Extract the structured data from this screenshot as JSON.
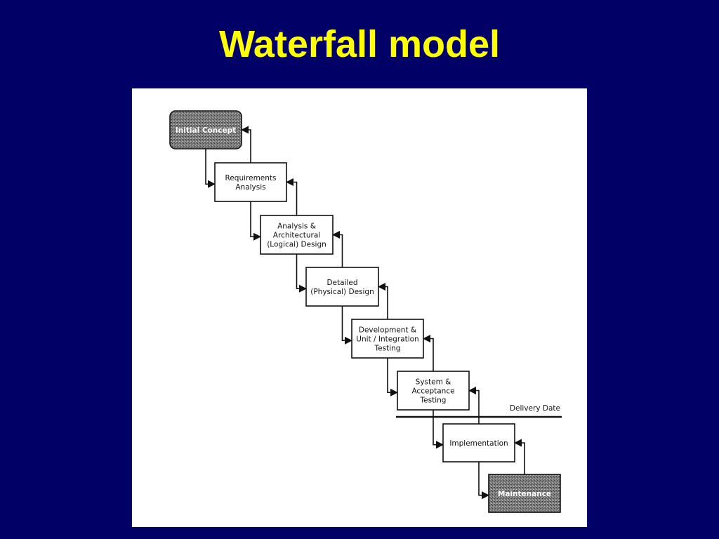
{
  "slide": {
    "title": "Waterfall model",
    "background_color": "#000066",
    "title_color": "#ffff00"
  },
  "diagram": {
    "phases": [
      {
        "id": "initial-concept",
        "lines": [
          "Initial Concept"
        ],
        "shaded": true
      },
      {
        "id": "requirements-analysis",
        "lines": [
          "Requirements",
          "Analysis"
        ],
        "shaded": false
      },
      {
        "id": "architectural-design",
        "lines": [
          "Analysis &",
          "Architectural",
          "(Logical) Design"
        ],
        "shaded": false
      },
      {
        "id": "detailed-design",
        "lines": [
          "Detailed",
          "(Physical) Design"
        ],
        "shaded": false
      },
      {
        "id": "development-testing",
        "lines": [
          "Development &",
          "Unit / Integration",
          "Testing"
        ],
        "shaded": false
      },
      {
        "id": "system-acceptance-testing",
        "lines": [
          "System &",
          "Acceptance",
          "Testing"
        ],
        "shaded": false
      },
      {
        "id": "implementation",
        "lines": [
          "Implementation"
        ],
        "shaded": false
      },
      {
        "id": "maintenance",
        "lines": [
          "Maintenance"
        ],
        "shaded": true
      }
    ],
    "milestone": {
      "label": "Delivery Date"
    }
  }
}
